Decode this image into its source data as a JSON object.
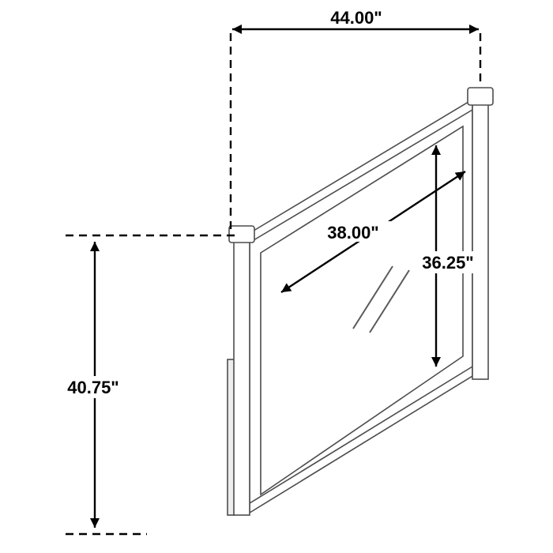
{
  "diagram": {
    "type": "furniture-dimension-drawing",
    "subject": "mirror",
    "line_color": "#000000",
    "frame_color": "#4d4d4d",
    "background_color": "#ffffff",
    "dimensions": {
      "overall_width": "44.00\"",
      "overall_height": "40.75\"",
      "mirror_diagonal_width": "38.00\"",
      "mirror_inner_height": "36.25\""
    }
  }
}
